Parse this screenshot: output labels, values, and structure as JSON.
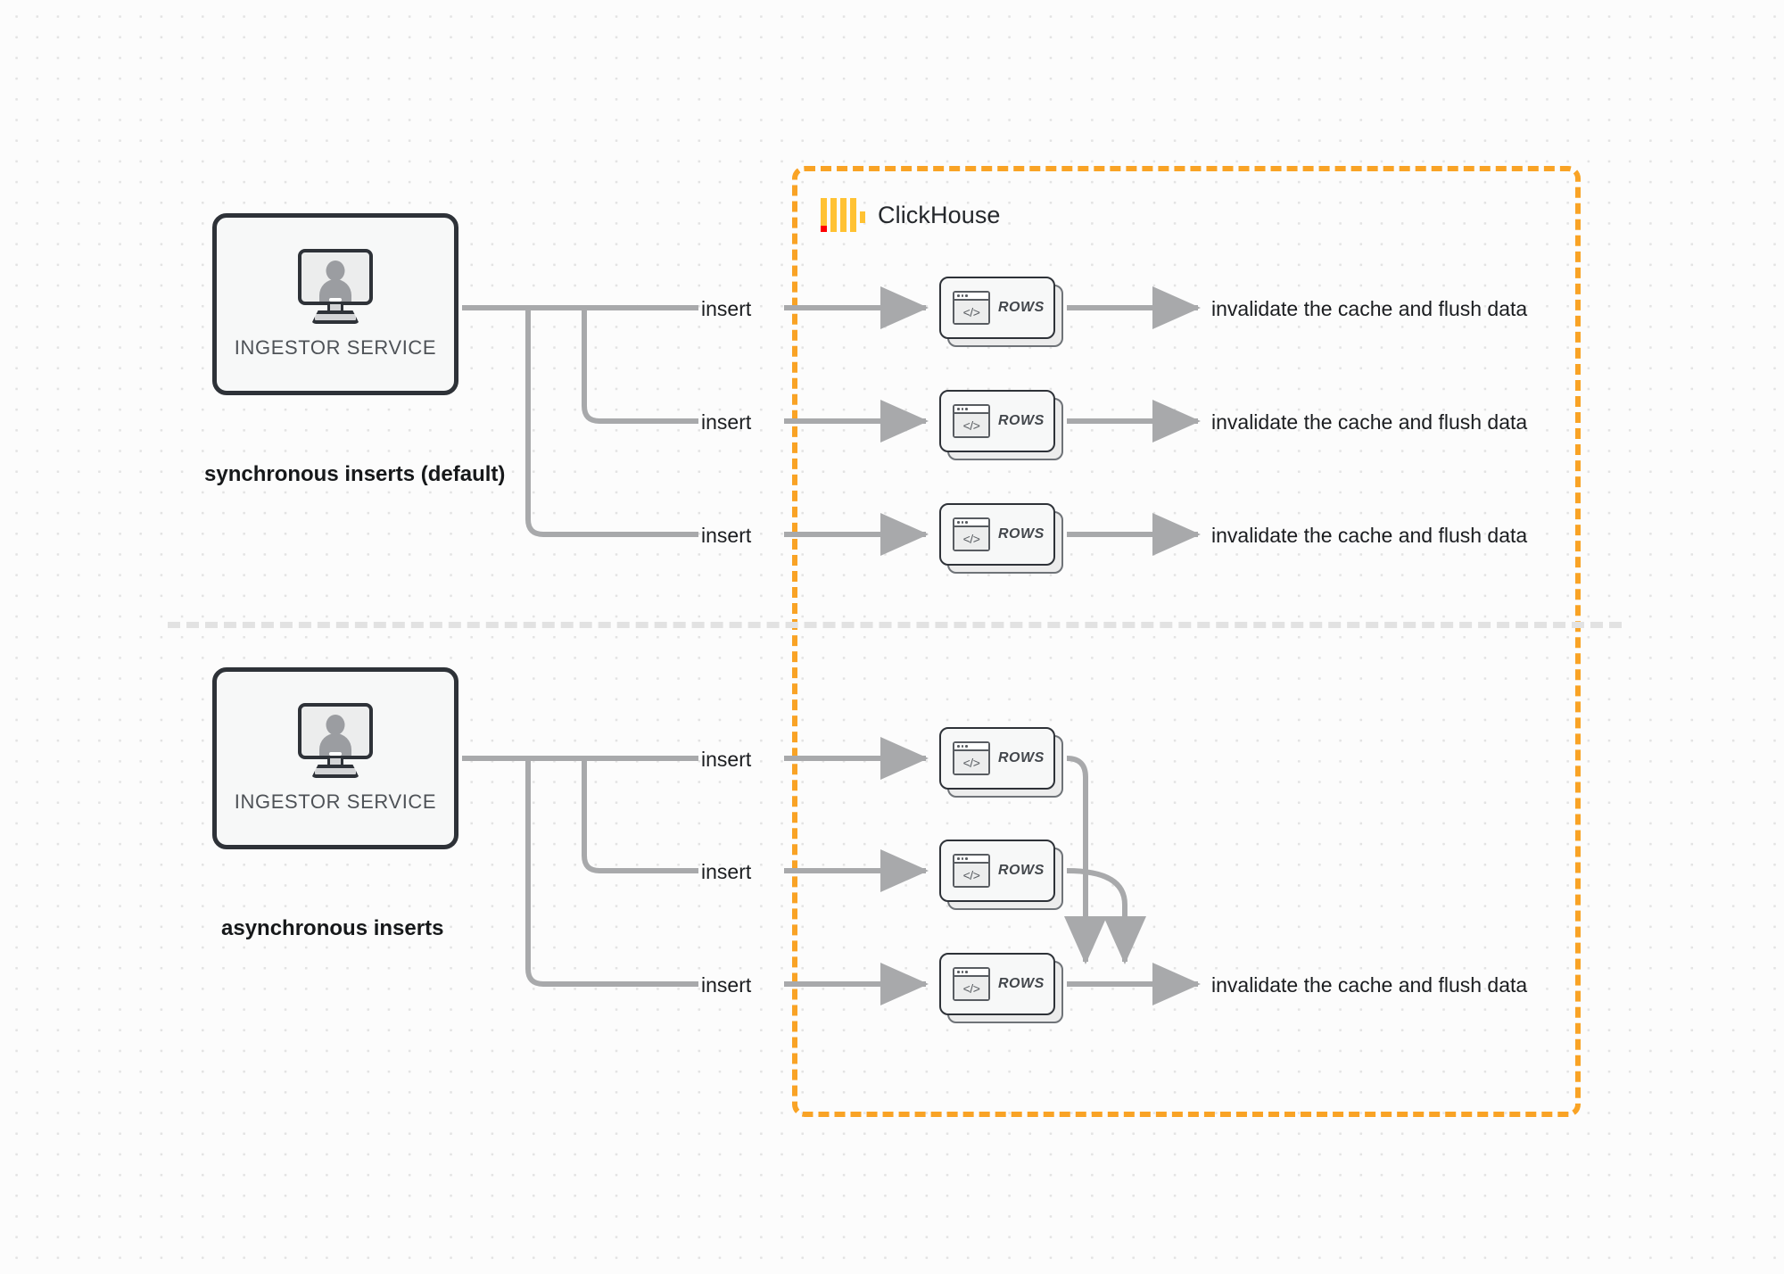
{
  "diagram": {
    "title": "ClickHouse synchronous vs asynchronous inserts",
    "background": "#fcfcfc",
    "accent_color": "#f9a325",
    "line_color": "#a8a9ab",
    "node_border_color": "#2e3238"
  },
  "boundary": {
    "name": "ClickHouse",
    "brand_label": "ClickHouse",
    "border_style": "dashed",
    "border_color": "#f9a325"
  },
  "sections": [
    {
      "id": "synchronous",
      "caption": "synchronous inserts (default)",
      "source": {
        "label": "INGESTOR SERVICE",
        "icon": "monitor-user-icon"
      },
      "flows": [
        {
          "edge_label": "insert",
          "target": {
            "label": "ROWS",
            "icon": "code-window-icon"
          },
          "outcome": "invalidate the cache and flush data"
        },
        {
          "edge_label": "insert",
          "target": {
            "label": "ROWS",
            "icon": "code-window-icon"
          },
          "outcome": "invalidate the cache and flush data"
        },
        {
          "edge_label": "insert",
          "target": {
            "label": "ROWS",
            "icon": "code-window-icon"
          },
          "outcome": "invalidate the cache and flush data"
        }
      ]
    },
    {
      "id": "asynchronous",
      "caption": "asynchronous inserts",
      "source": {
        "label": "INGESTOR SERVICE",
        "icon": "monitor-user-icon"
      },
      "flows": [
        {
          "edge_label": "insert",
          "target": {
            "label": "ROWS",
            "icon": "code-window-icon"
          }
        },
        {
          "edge_label": "insert",
          "target": {
            "label": "ROWS",
            "icon": "code-window-icon"
          }
        },
        {
          "edge_label": "insert",
          "target": {
            "label": "ROWS",
            "icon": "code-window-icon"
          }
        }
      ],
      "merged_outcome": "invalidate the cache and flush data"
    }
  ],
  "code_glyph": "</>"
}
